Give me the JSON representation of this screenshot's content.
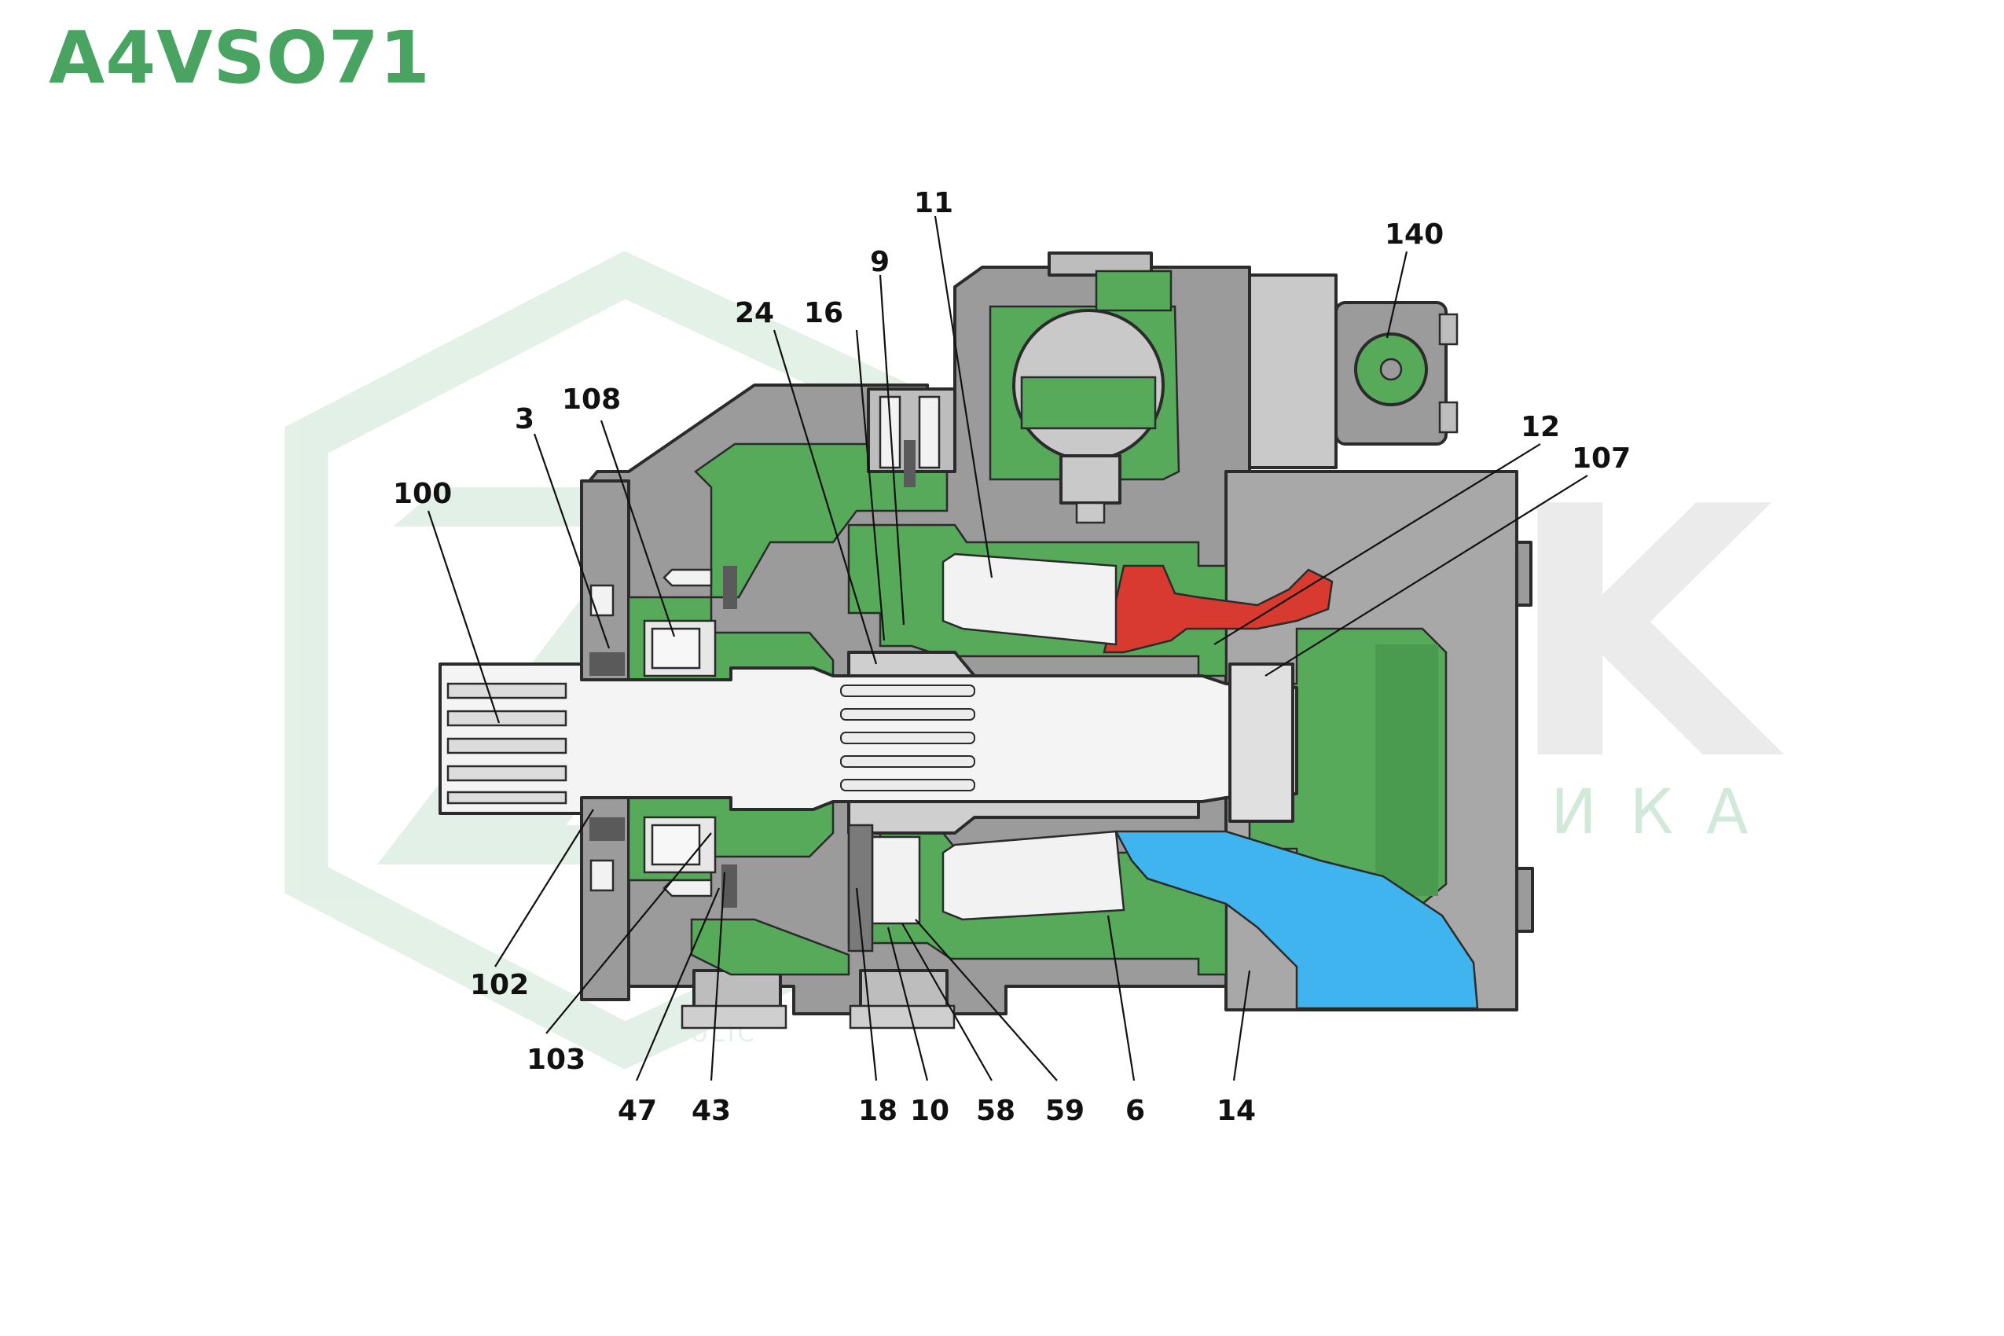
{
  "title": "A4VSO71",
  "watermark": {
    "brand": "ZSK",
    "subtitle": "ГИДРАВЛИКА",
    "small_text": "HYDRAULIC"
  },
  "colors": {
    "title": "#4aa461",
    "housing": "#9b9b9b",
    "housing_light": "#c9c9c9",
    "green": "#56aa5a",
    "red": "#d93a2f",
    "blue": "#3fb4ef",
    "watermark": "#e2f0e6"
  },
  "labels": {
    "l100": "100",
    "l3": "3",
    "l108": "108",
    "l24": "24",
    "l16": "16",
    "l9": "9",
    "l11": "11",
    "l140": "140",
    "l12": "12",
    "l107": "107",
    "l102": "102",
    "l103": "103",
    "l47": "47",
    "l43": "43",
    "l18": "18",
    "l10": "10",
    "l58": "58",
    "l59": "59",
    "l6": "6",
    "l14": "14"
  }
}
